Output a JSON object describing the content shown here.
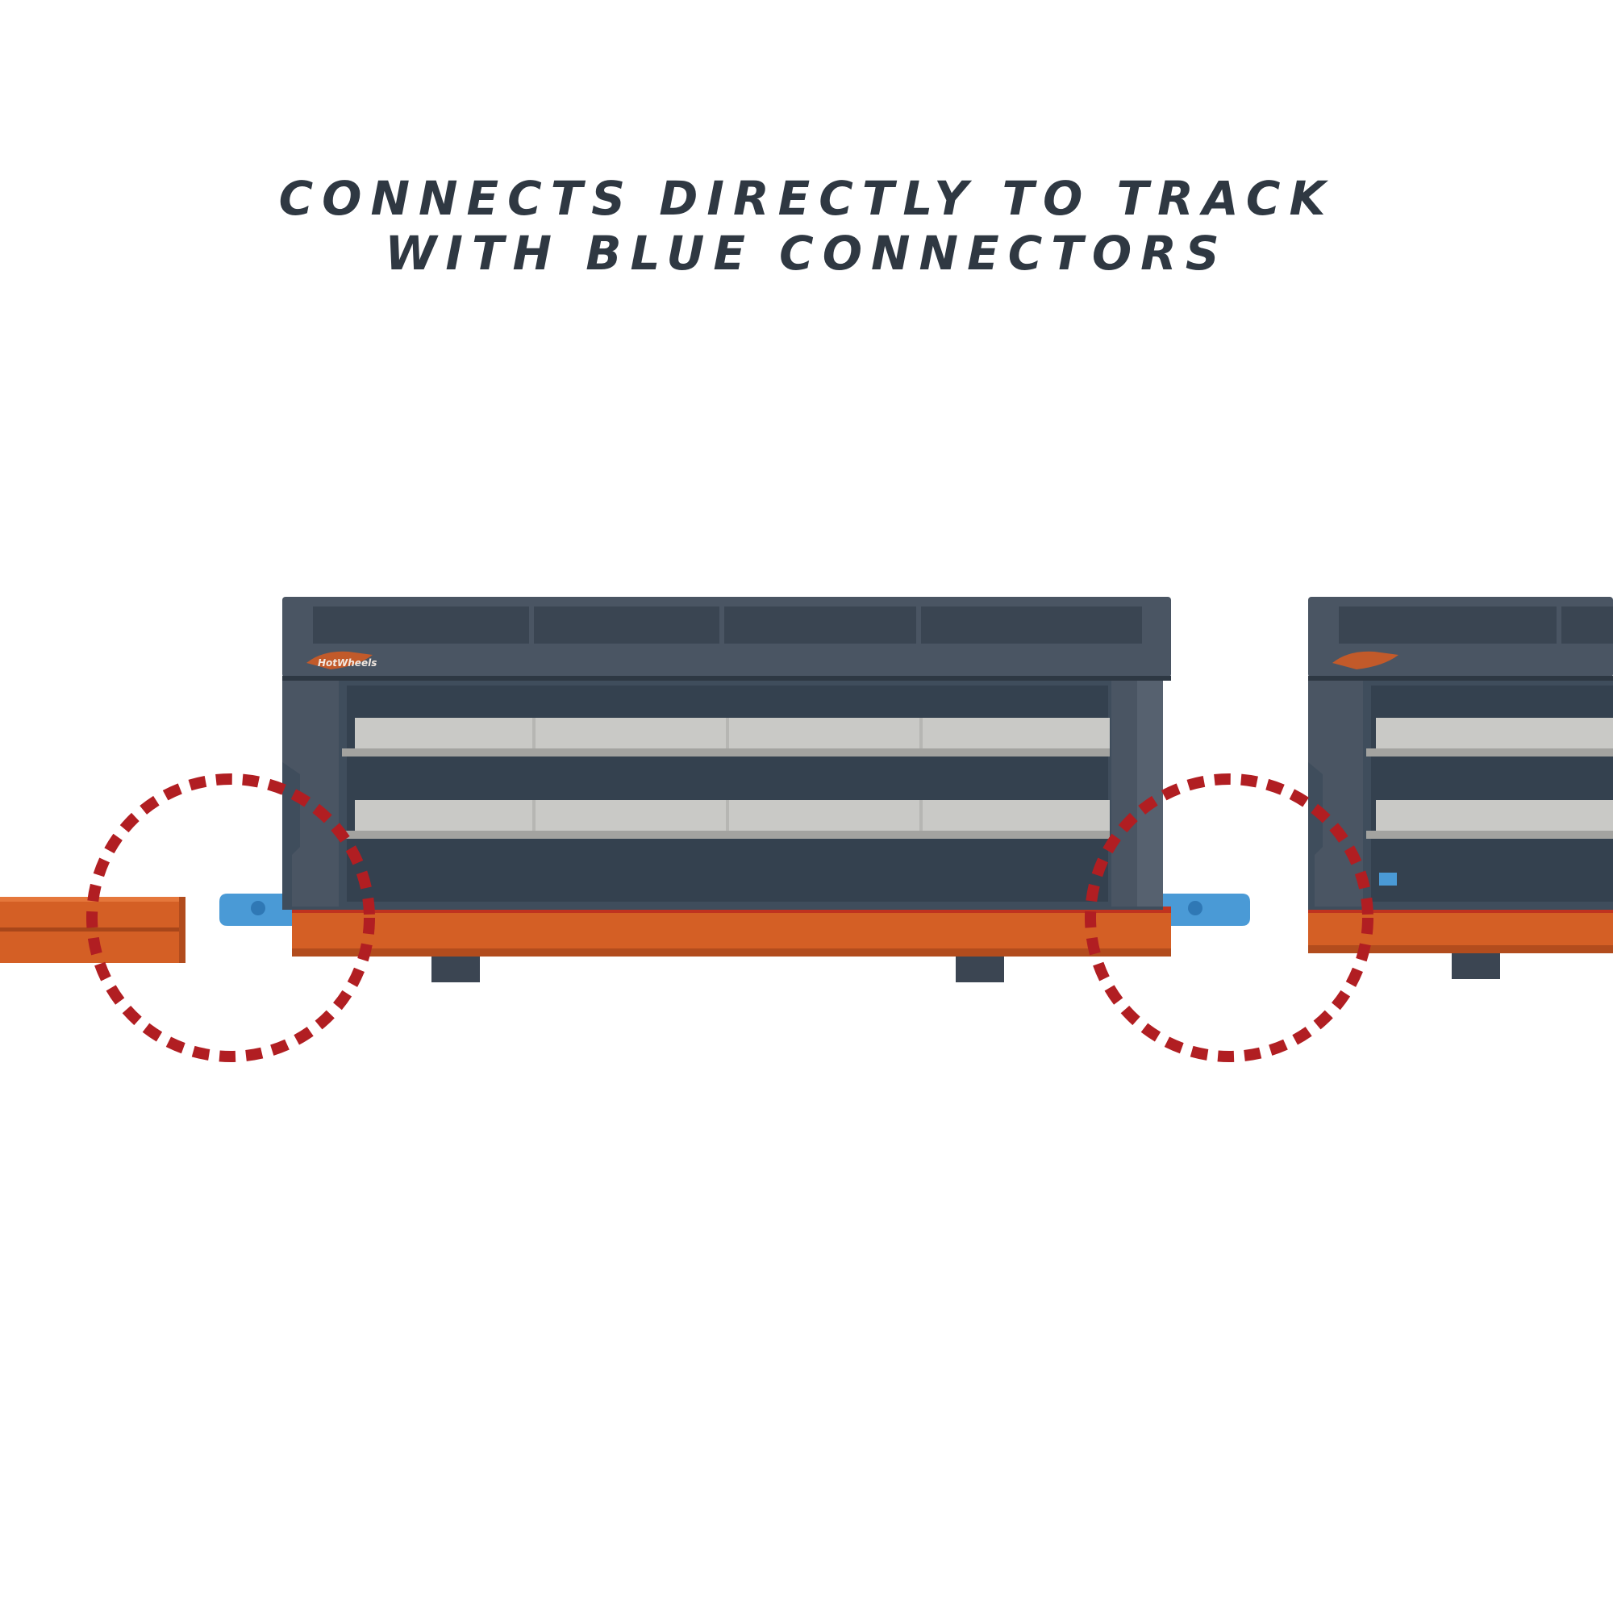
{
  "headline": {
    "line1": "CONNECTS DIRECTLY TO TRACK",
    "line2": "WITH BLUE CONNECTORS"
  },
  "brand": {
    "logo_text": "HotWheels"
  },
  "colors": {
    "headline": "#2f3842",
    "track_orange": "#d45f25",
    "shelf_dark": "#3f4d5c",
    "frame_dark": "#4a5563",
    "shelf_light": "#c9c9c6",
    "connector_blue": "#4a9ad6",
    "callout_red": "#b11e22"
  },
  "icons": [
    "hot-wheels-flame-logo-icon"
  ]
}
